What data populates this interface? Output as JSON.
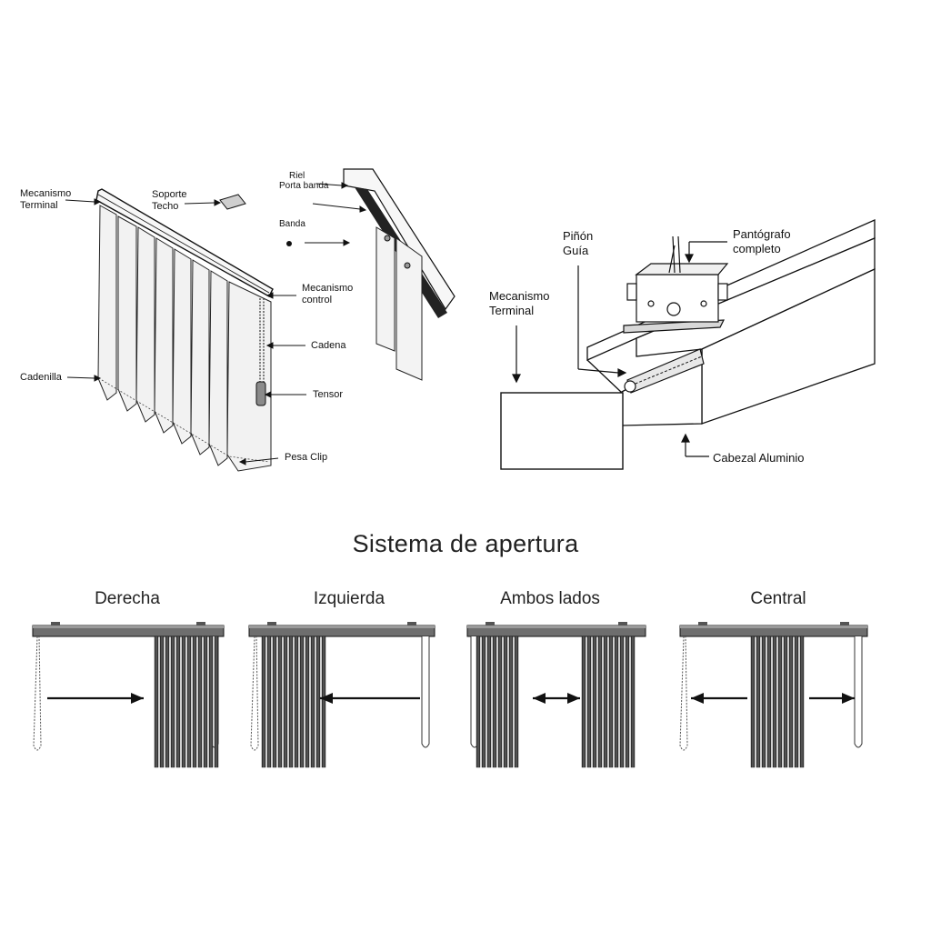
{
  "diagram_left": {
    "labels": {
      "mecanismo_terminal": "Mecanismo\nTerminal",
      "soporte_techo": "Soporte\nTecho",
      "riel": "Riel",
      "porta_banda": "Porta banda",
      "banda": "Banda",
      "mecanismo_control": "Mecanismo\ncontrol",
      "cadena": "Cadena",
      "cadenilla": "Cadenilla",
      "tensor": "Tensor",
      "pesa_clip": "Pesa Clip"
    }
  },
  "diagram_right": {
    "labels": {
      "pinon_guia": "Piñón\nGuía",
      "pantografo": "Pantógrafo\ncompleto",
      "mecanismo_terminal": "Mecanismo\nTerminal",
      "cabezal_aluminio": "Cabezal Aluminio"
    }
  },
  "opening_system": {
    "title": "Sistema de apertura",
    "modes": [
      {
        "label": "Derecha",
        "arrow": "right"
      },
      {
        "label": "Izquierda",
        "arrow": "left"
      },
      {
        "label": "Ambos lados",
        "arrow": "both"
      },
      {
        "label": "Central",
        "arrow": "outward"
      }
    ]
  },
  "colors": {
    "line": "#111111",
    "rail": "#6e6e6e",
    "slat": "#3a3a3a",
    "panel": "#f4f4f4"
  }
}
